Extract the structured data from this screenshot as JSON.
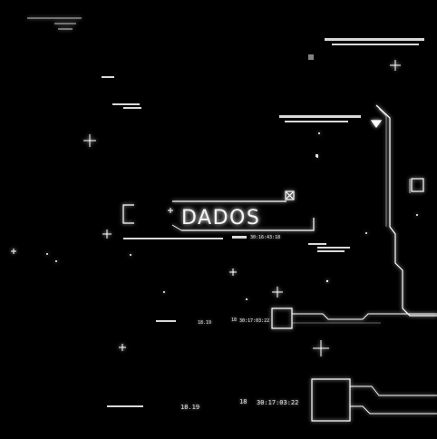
{
  "title": "DADOS",
  "readouts": {
    "timecode_top": "30:16:43:18",
    "timecode_mid": "30:17:03:22",
    "timecode_bottom": "30:17:03:22",
    "number_mid": "18.19",
    "number_bottom": "18.19",
    "frame_mid": "18",
    "frame_bottom": "18"
  },
  "colors": {
    "background": "#000000",
    "line": "#ffffff"
  },
  "icons": {
    "close": "x-box-icon",
    "pointer": "triangle-down-icon",
    "crosshair": "plus-crosshair-icon"
  }
}
